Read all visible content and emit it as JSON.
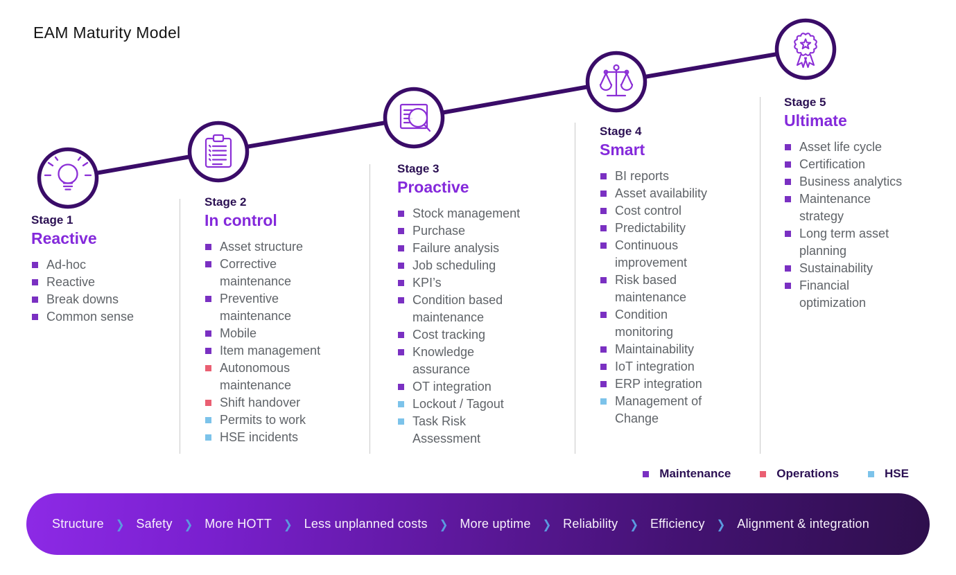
{
  "title": "EAM Maturity Model",
  "colors": {
    "categories": {
      "maintenance": "#7a30c2",
      "operations": "#ea5f72",
      "hse": "#7cc3ea"
    },
    "accent_purple": "#8429db",
    "dark_purple": "#3a0c68",
    "heading_dark": "#2b1053"
  },
  "stages": [
    {
      "stage_label": "Stage 1",
      "name": "Reactive",
      "icon": "lightbulb-icon",
      "items": [
        {
          "text": "Ad-hoc",
          "category": "maintenance"
        },
        {
          "text": "Reactive",
          "category": "maintenance"
        },
        {
          "text": "Break downs",
          "category": "maintenance"
        },
        {
          "text": "Common sense",
          "category": "maintenance"
        }
      ]
    },
    {
      "stage_label": "Stage 2",
      "name": "In control",
      "icon": "clipboard-icon",
      "items": [
        {
          "text": "Asset structure",
          "category": "maintenance"
        },
        {
          "text": "Corrective maintenance",
          "category": "maintenance"
        },
        {
          "text": "Preventive maintenance",
          "category": "maintenance"
        },
        {
          "text": "Mobile",
          "category": "maintenance"
        },
        {
          "text": "Item management",
          "category": "maintenance"
        },
        {
          "text": "Autonomous maintenance",
          "category": "operations"
        },
        {
          "text": "Shift handover",
          "category": "operations"
        },
        {
          "text": "Permits to work",
          "category": "hse"
        },
        {
          "text": "HSE incidents",
          "category": "hse"
        }
      ]
    },
    {
      "stage_label": "Stage 3",
      "name": "Proactive",
      "icon": "document-search-icon",
      "items": [
        {
          "text": "Stock management",
          "category": "maintenance"
        },
        {
          "text": "Purchase",
          "category": "maintenance"
        },
        {
          "text": "Failure analysis",
          "category": "maintenance"
        },
        {
          "text": "Job scheduling",
          "category": "maintenance"
        },
        {
          "text": "KPI’s",
          "category": "maintenance"
        },
        {
          "text": "Condition based maintenance",
          "category": "maintenance"
        },
        {
          "text": "Cost tracking",
          "category": "maintenance"
        },
        {
          "text": "Knowledge assurance",
          "category": "maintenance"
        },
        {
          "text": "OT integration",
          "category": "maintenance"
        },
        {
          "text": "Lockout / Tagout",
          "category": "hse"
        },
        {
          "text": "Task Risk Assessment",
          "category": "hse"
        }
      ]
    },
    {
      "stage_label": "Stage 4",
      "name": "Smart",
      "icon": "scales-icon",
      "items": [
        {
          "text": "BI reports",
          "category": "maintenance"
        },
        {
          "text": "Asset availability",
          "category": "maintenance"
        },
        {
          "text": "Cost control",
          "category": "maintenance"
        },
        {
          "text": "Predictability",
          "category": "maintenance"
        },
        {
          "text": "Continuous improvement",
          "category": "maintenance"
        },
        {
          "text": "Risk based maintenance",
          "category": "maintenance"
        },
        {
          "text": "Condition monitoring",
          "category": "maintenance"
        },
        {
          "text": "Maintainability",
          "category": "maintenance"
        },
        {
          "text": "IoT integration",
          "category": "maintenance"
        },
        {
          "text": "ERP integration",
          "category": "maintenance"
        },
        {
          "text": "Management of Change",
          "category": "hse"
        }
      ]
    },
    {
      "stage_label": "Stage 5",
      "name": "Ultimate",
      "icon": "award-icon",
      "items": [
        {
          "text": "Asset life cycle",
          "category": "maintenance"
        },
        {
          "text": "Certification",
          "category": "maintenance"
        },
        {
          "text": "Business analytics",
          "category": "maintenance"
        },
        {
          "text": "Maintenance strategy",
          "category": "maintenance"
        },
        {
          "text": "Long term asset planning",
          "category": "maintenance"
        },
        {
          "text": "Sustainability",
          "category": "maintenance"
        },
        {
          "text": "Financial optimization",
          "category": "maintenance"
        }
      ]
    }
  ],
  "legend": [
    {
      "label": "Maintenance",
      "category": "maintenance"
    },
    {
      "label": "Operations",
      "category": "operations"
    },
    {
      "label": "HSE",
      "category": "hse"
    }
  ],
  "banner": {
    "chevron": "❯",
    "items": [
      "Structure",
      "Safety",
      "More HOTT",
      "Less unplanned costs",
      "More uptime",
      "Reliability",
      "Efficiency",
      "Alignment & integration"
    ]
  }
}
